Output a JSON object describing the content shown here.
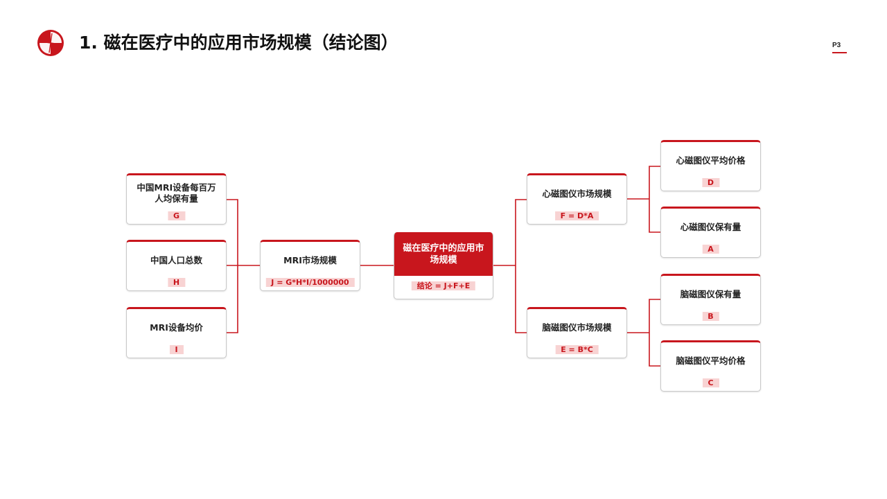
{
  "header": {
    "title": "1.  磁在医疗中的应用市场规模（结论图）",
    "page_number": "P3",
    "brand_color": "#c8161d"
  },
  "icons": {
    "logo": "brand-logo-icon"
  },
  "diagram": {
    "root": {
      "label": "磁在医疗中的应用市场规模",
      "formula": "结论 = J+F+E"
    },
    "mri": {
      "label": "MRI市场规模",
      "formula": "J = G*H*I/1000000"
    },
    "mri_g": {
      "label": "中国MRI设备每百万人均保有量",
      "tag": "G"
    },
    "mri_h": {
      "label": "中国人口总数",
      "tag": "H"
    },
    "mri_i": {
      "label": "MRI设备均价",
      "tag": "I"
    },
    "mcg": {
      "label": "心磁图仪市场规模",
      "formula": "F = D*A"
    },
    "mcg_d": {
      "label": "心磁图仪平均价格",
      "tag": "D"
    },
    "mcg_a": {
      "label": "心磁图仪保有量",
      "tag": "A"
    },
    "meg": {
      "label": "脑磁图仪市场规模",
      "formula": "E = B*C"
    },
    "meg_b": {
      "label": "脑磁图仪保有量",
      "tag": "B"
    },
    "meg_c": {
      "label": "脑磁图仪平均价格",
      "tag": "C"
    }
  }
}
